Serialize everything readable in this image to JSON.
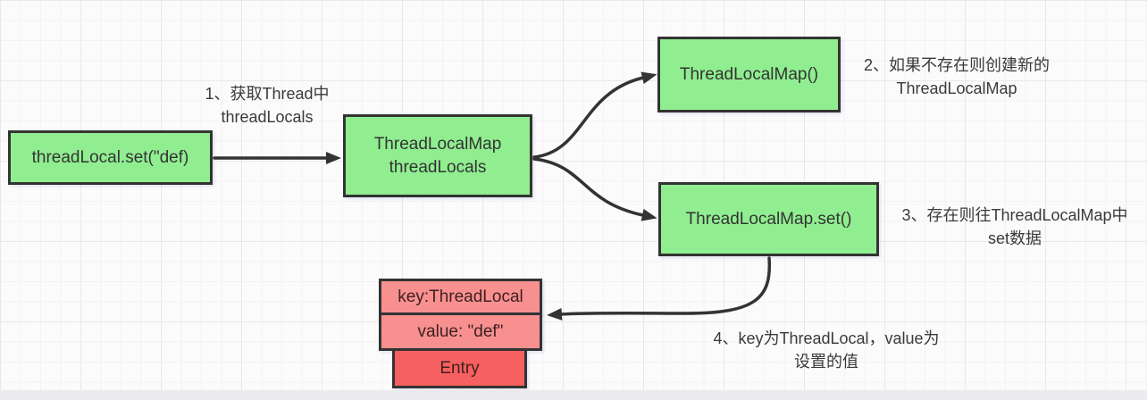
{
  "diagram": {
    "nodes": {
      "start": {
        "label": "threadLocal.set(\"def)"
      },
      "map": {
        "line1": "ThreadLocalMap",
        "line2": "threadLocals"
      },
      "ctor": {
        "label": "ThreadLocalMap()"
      },
      "set": {
        "label": "ThreadLocalMap.set()"
      },
      "entry_key": {
        "label": "key:ThreadLocal"
      },
      "entry_value": {
        "label": "value: \"def\""
      },
      "entry": {
        "label": "Entry"
      }
    },
    "annotations": {
      "step1": {
        "line1": "1、获取Thread中",
        "line2": "threadLocals"
      },
      "step2": {
        "line1": "2、如果不存在则创建新的",
        "line2": "ThreadLocalMap"
      },
      "step3": {
        "line1": "3、存在则往ThreadLocalMap中",
        "line2": "set数据"
      },
      "step4": {
        "line1": "4、key为ThreadLocal，value为",
        "line2": "设置的值"
      }
    },
    "colors": {
      "node_green": "#90ee90",
      "node_pink": "#f89090",
      "node_red": "#f66060",
      "border": "#333333",
      "arrow": "#333333",
      "grid_major": "#e9e7eb",
      "grid_minor": "#f4f2f5"
    }
  }
}
